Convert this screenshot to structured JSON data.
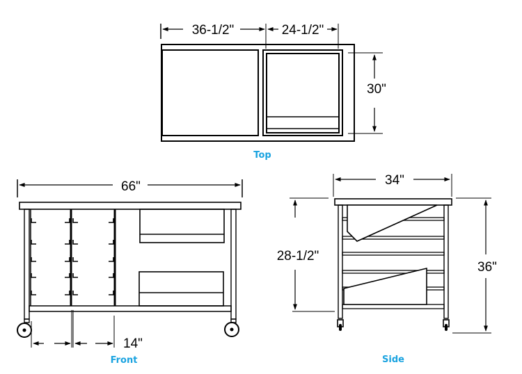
{
  "views": {
    "top": {
      "caption": "Top",
      "dimensions": {
        "width_left": "36-1/2\"",
        "width_right": "24-1/2\"",
        "depth": "30\""
      }
    },
    "front": {
      "caption": "Front",
      "dimensions": {
        "overall_width": "66\"",
        "bay_width": "14\""
      }
    },
    "side": {
      "caption": "Side",
      "dimensions": {
        "overall_depth": "34\"",
        "inner_height": "28-1/2\"",
        "overall_height": "36\""
      }
    }
  },
  "colors": {
    "line": "#000000",
    "caption": "#1aa3e0",
    "background": "#ffffff"
  }
}
